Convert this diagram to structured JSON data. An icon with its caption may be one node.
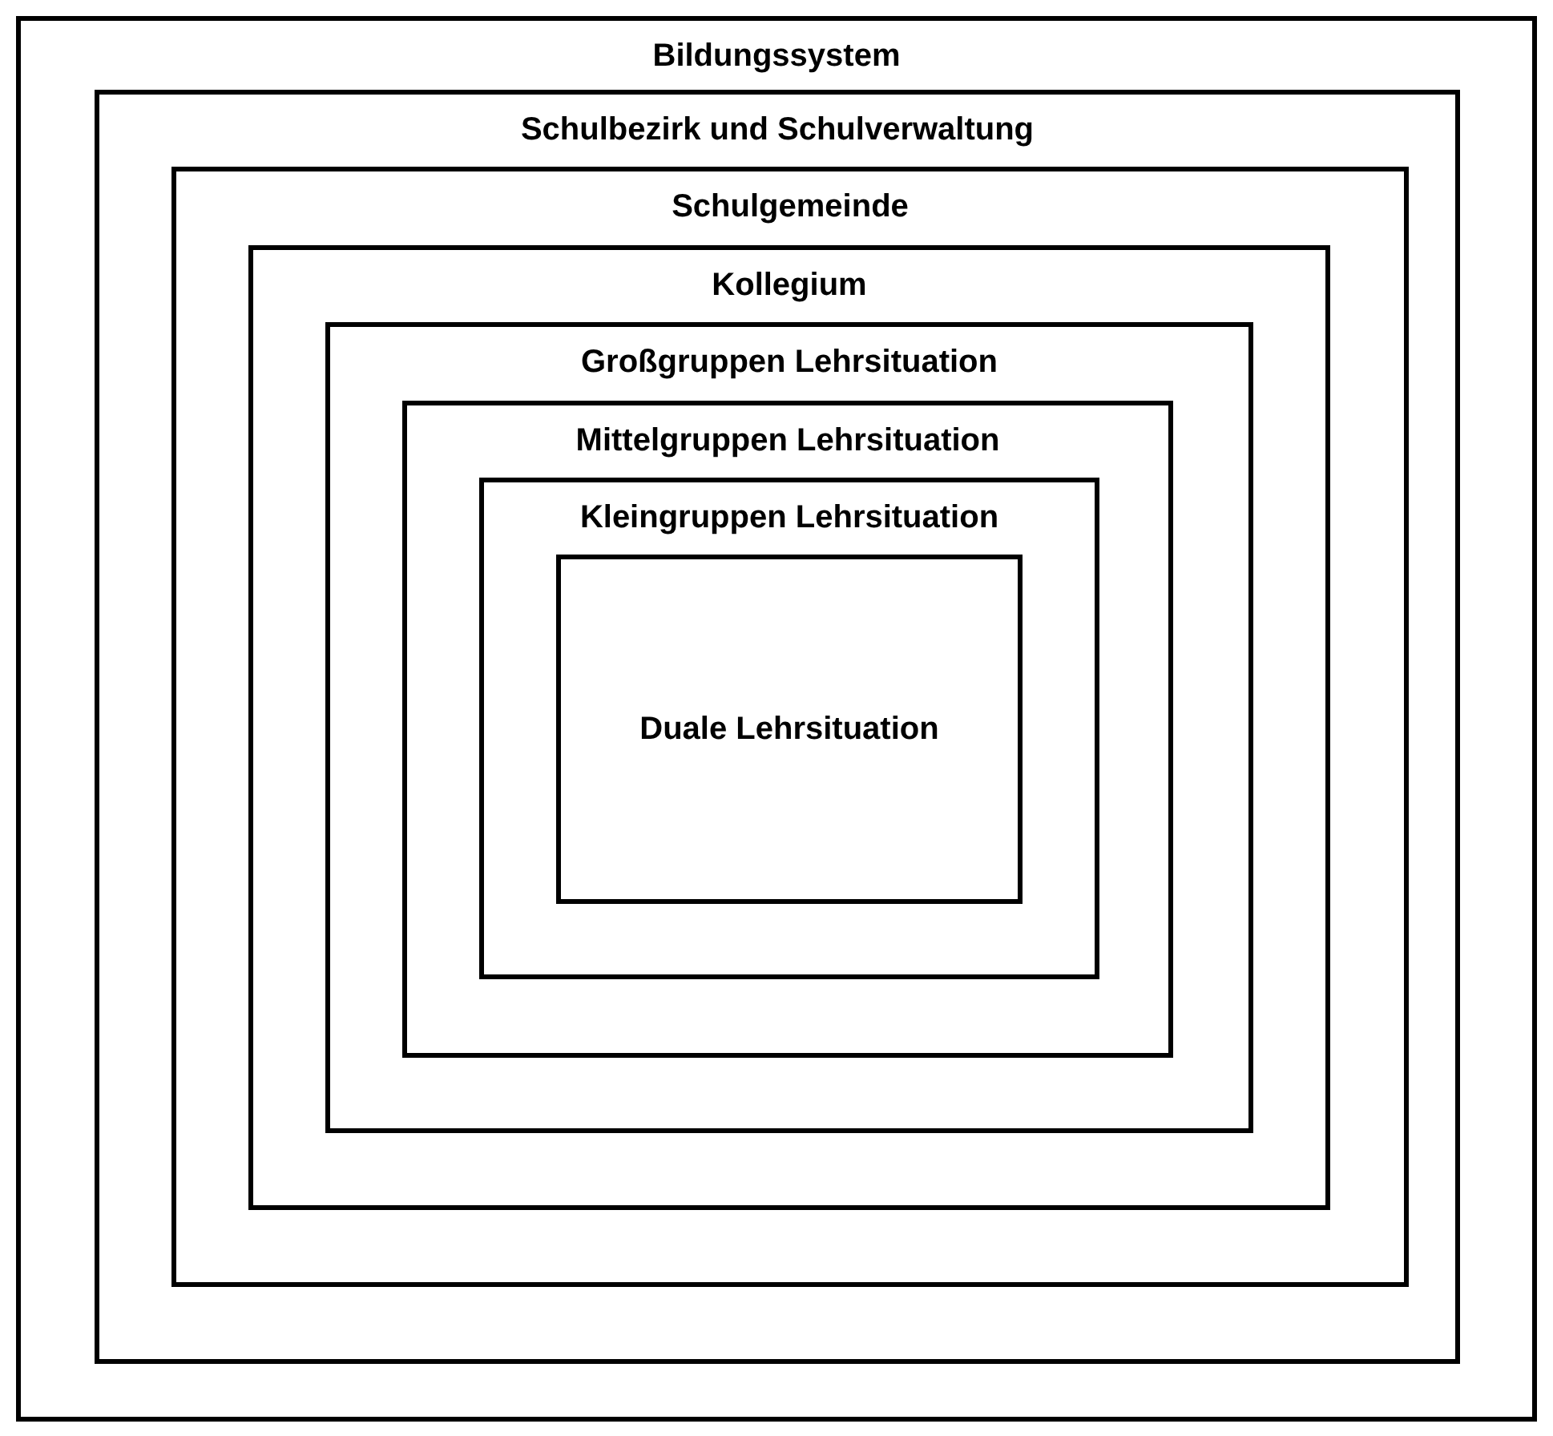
{
  "diagram": {
    "nodes": [
      {
        "text": [
          "Bildungssystem"
        ]
      },
      {
        "text": [
          "Schulbezirk und Schulverwaltung"
        ],
        "in": 0
      },
      {
        "text": [
          "Schulgemeinde"
        ],
        "in": 1
      },
      {
        "text": [
          "Kollegium"
        ],
        "in": 2
      },
      {
        "text": [
          "Großgruppen Lehrsituation"
        ],
        "in": 3
      },
      {
        "text": [
          "Mittelgruppen Lehrsituation"
        ],
        "in": 4
      },
      {
        "text": [
          "Kleingruppen Lehrsituation"
        ],
        "in": 5
      },
      {
        "text": [
          "Duale Lehrsituation"
        ],
        "in": 6
      }
    ]
  }
}
